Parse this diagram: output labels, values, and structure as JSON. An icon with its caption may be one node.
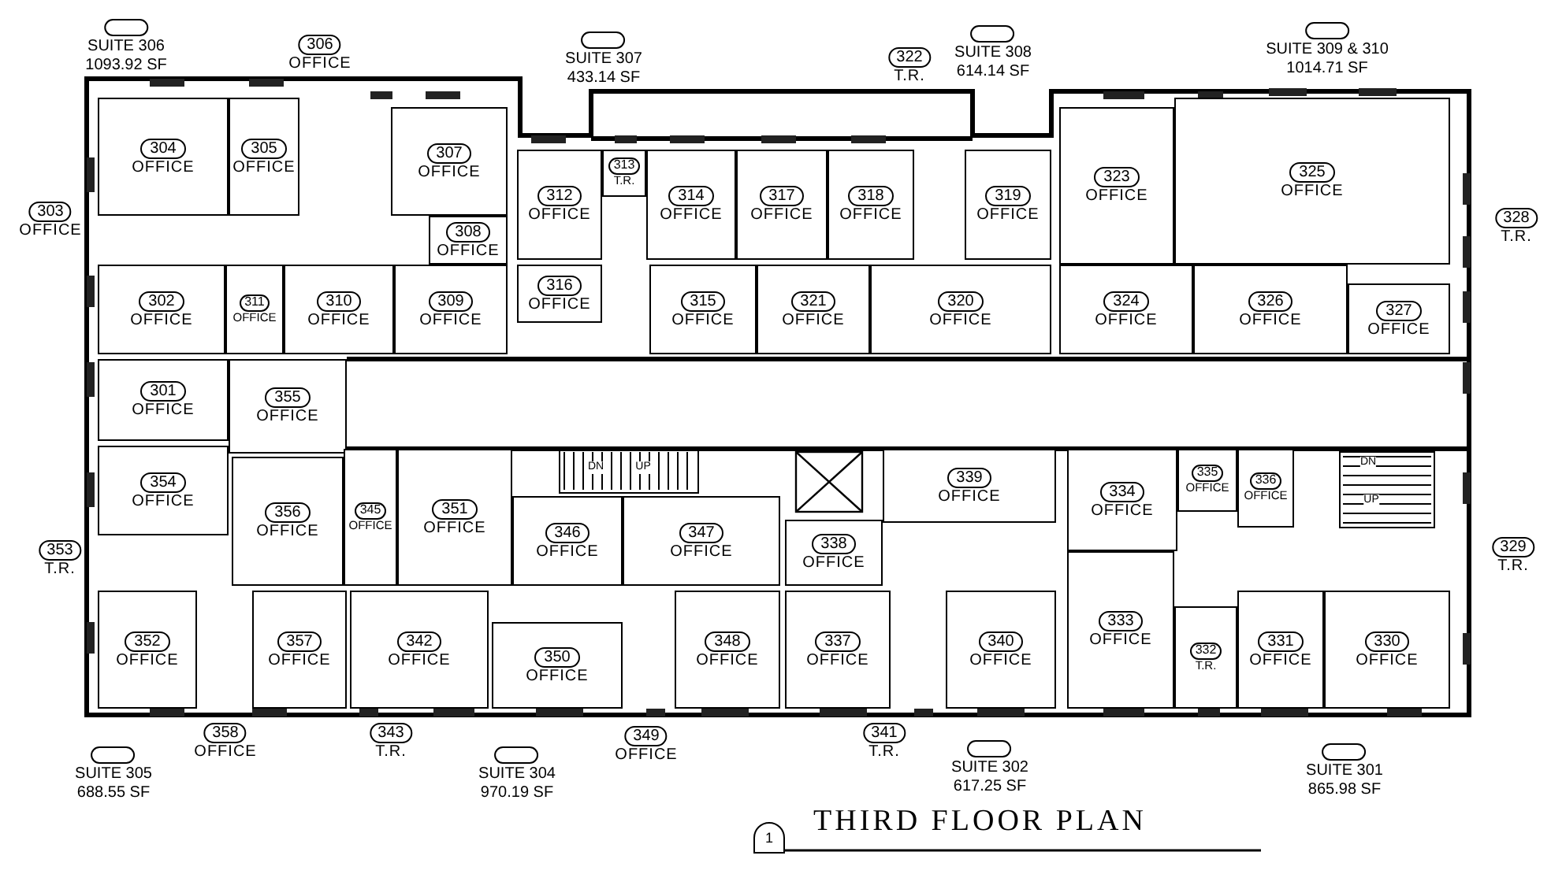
{
  "diagram": {
    "title": "THIRD FLOOR PLAN",
    "nodes": [
      {
        "text": [
          "304",
          "OFFICE"
        ]
      },
      {
        "text": [
          "305",
          "OFFICE"
        ]
      },
      {
        "text": [
          "307",
          "OFFICE"
        ]
      },
      {
        "text": [
          "312",
          "OFFICE"
        ]
      },
      {
        "text": [
          "313",
          "T.R."
        ]
      },
      {
        "text": [
          "314",
          "OFFICE"
        ]
      },
      {
        "text": [
          "317",
          "OFFICE"
        ]
      },
      {
        "text": [
          "318",
          "OFFICE"
        ]
      },
      {
        "text": [
          "319",
          "OFFICE"
        ]
      },
      {
        "text": [
          "323",
          "OFFICE"
        ]
      },
      {
        "text": [
          "325",
          "OFFICE"
        ]
      },
      {
        "text": [
          "308",
          "OFFICE"
        ]
      },
      {
        "text": [
          "302",
          "OFFICE"
        ]
      },
      {
        "text": [
          "311",
          "OFFICE"
        ]
      },
      {
        "text": [
          "310",
          "OFFICE"
        ]
      },
      {
        "text": [
          "309",
          "OFFICE"
        ]
      },
      {
        "text": [
          "316",
          "OFFICE"
        ]
      },
      {
        "text": [
          "315",
          "OFFICE"
        ]
      },
      {
        "text": [
          "321",
          "OFFICE"
        ]
      },
      {
        "text": [
          "320",
          "OFFICE"
        ]
      },
      {
        "text": [
          "324",
          "OFFICE"
        ]
      },
      {
        "text": [
          "326",
          "OFFICE"
        ]
      },
      {
        "text": [
          "327",
          "OFFICE"
        ]
      },
      {
        "text": [
          "301",
          "OFFICE"
        ]
      },
      {
        "text": [
          "355",
          "OFFICE"
        ]
      },
      {
        "text": [
          "354",
          "OFFICE"
        ]
      },
      {
        "text": [
          "345",
          "OFFICE"
        ]
      },
      {
        "text": [
          "351",
          "OFFICE"
        ]
      },
      {
        "text": [
          "339",
          "OFFICE"
        ]
      },
      {
        "text": [
          "334",
          "OFFICE"
        ]
      },
      {
        "text": [
          "335",
          "OFFICE"
        ]
      },
      {
        "text": [
          "336",
          "OFFICE"
        ]
      },
      {
        "text": [
          "356",
          "OFFICE"
        ]
      },
      {
        "text": [
          "346",
          "OFFICE"
        ]
      },
      {
        "text": [
          "347",
          "OFFICE"
        ]
      },
      {
        "text": [
          "338",
          "OFFICE"
        ]
      },
      {
        "text": [
          "333",
          "OFFICE"
        ]
      },
      {
        "text": [
          "352",
          "OFFICE"
        ]
      },
      {
        "text": [
          "357",
          "OFFICE"
        ]
      },
      {
        "text": [
          "342",
          "OFFICE"
        ]
      },
      {
        "text": [
          "348",
          "OFFICE"
        ]
      },
      {
        "text": [
          "337",
          "OFFICE"
        ]
      },
      {
        "text": [
          "340",
          "OFFICE"
        ]
      },
      {
        "text": [
          "331",
          "OFFICE"
        ]
      },
      {
        "text": [
          "330",
          "OFFICE"
        ]
      },
      {
        "text": [
          "332",
          "T.R."
        ]
      },
      {
        "text": [
          "350",
          "OFFICE"
        ]
      }
    ],
    "labels": [
      "SUITE 306",
      "1093.92 SF",
      "306",
      "OFFICE",
      "SUITE 307",
      "433.14 SF",
      "322",
      "T.R.",
      "SUITE 308",
      "614.14 SF",
      "SUITE 309 & 310",
      "1014.71 SF",
      "303",
      "OFFICE",
      "328",
      "T.R.",
      "DN",
      "UP",
      "DN",
      "UP",
      "329",
      "T.R.",
      "353",
      "T.R.",
      "358",
      "OFFICE",
      "343",
      "T.R.",
      "349",
      "OFFICE",
      "341",
      "T.R.",
      "SUITE 305",
      "688.55 SF",
      "SUITE 304",
      "970.19 SF",
      "SUITE 302",
      "617.25 SF",
      "SUITE 301",
      "865.98 SF",
      "1"
    ]
  }
}
